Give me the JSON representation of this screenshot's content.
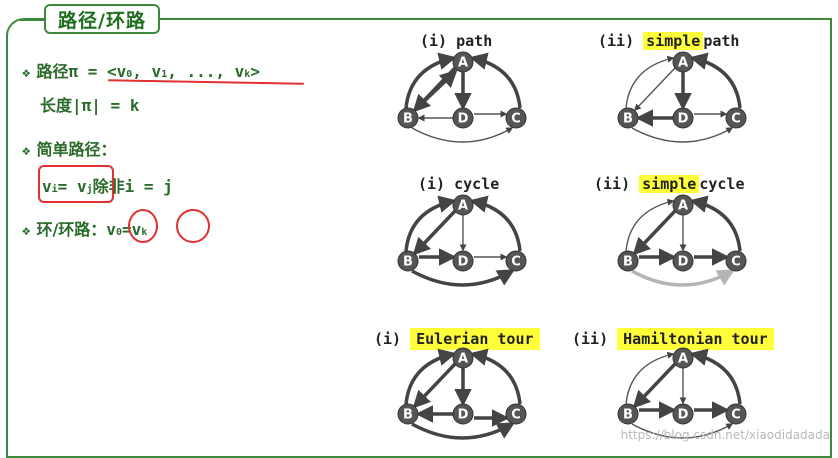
{
  "title": "路径/环路",
  "bullets": {
    "path": {
      "label": "路径",
      "expr": "π = <v",
      "sub0": "0",
      "mid": ", v",
      "sub1": "1",
      "mid2": ", ..., v",
      "subk": "k",
      "end": ">"
    },
    "length": {
      "label": "长度",
      "expr": "|π| = k"
    },
    "simple": {
      "label": "简单路径："
    },
    "simple_cond": {
      "v": "v",
      "sub_i": "i",
      "eq": " = v",
      "sub_j": "j",
      "except": "除非",
      "rest": "i = j"
    },
    "cycle": {
      "label": "环/环路：",
      "v": "v",
      "sub0": "0",
      "eq": " = ",
      "v2": "v",
      "subk": "k"
    }
  },
  "captions": {
    "path": {
      "prefix": "(i) ",
      "text": "path"
    },
    "simple_path": {
      "prefix": "(ii) ",
      "hl": "simple",
      "text": " path"
    },
    "cycle": {
      "prefix": "(i) ",
      "text": "cycle"
    },
    "simple_cycle": {
      "prefix": "(ii) ",
      "hl": "simple",
      "text": " cycle"
    },
    "eulerian": {
      "prefix": "(i) ",
      "hl": "Eulerian tour"
    },
    "hamiltonian": {
      "prefix": "(ii) ",
      "hl": "Hamiltonian tour"
    }
  },
  "node_labels": {
    "a": "A",
    "b": "B",
    "c": "C",
    "d": "D"
  },
  "watermark": "https://blog.csdn.net/xiaodidadada",
  "colors": {
    "frame": "#3d8a3d",
    "text": "#2a6b2a",
    "highlight": "#ffff3a",
    "annotation": "#e03030",
    "node": "#555555"
  }
}
